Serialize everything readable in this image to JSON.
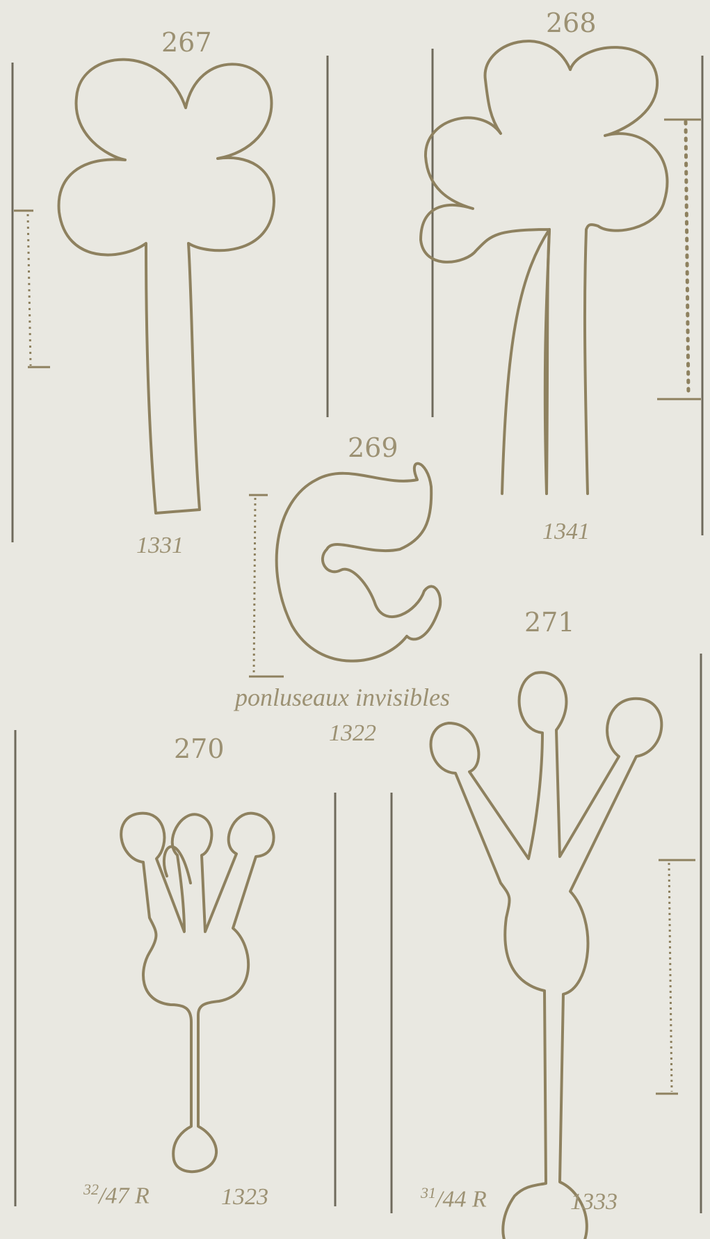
{
  "colors": {
    "paper": "#e9e8e1",
    "ink": "#8e815f",
    "rule": "#6f6a5c"
  },
  "figures": [
    {
      "number": "267",
      "catalog": "1331"
    },
    {
      "number": "268",
      "catalog": "1341"
    },
    {
      "number": "269",
      "catalog": "1322",
      "note": "ponluseaux invisibles"
    },
    {
      "number": "270",
      "catalog": "1323",
      "ratio_num": "32",
      "ratio_den": "47 R"
    },
    {
      "number": "271",
      "catalog": "1333",
      "ratio_num": "31",
      "ratio_den": "44 R"
    }
  ]
}
